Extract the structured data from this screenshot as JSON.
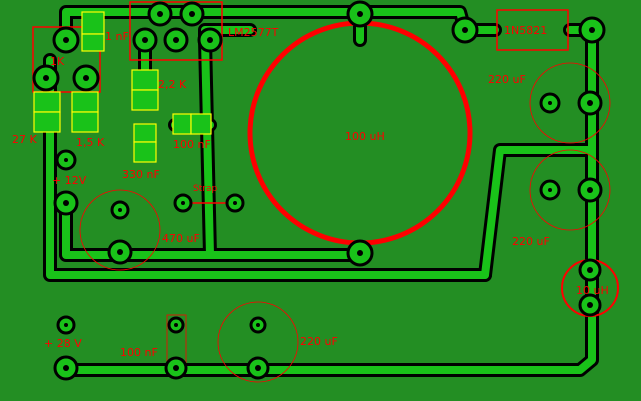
{
  "colors": {
    "board": "#238e23",
    "trace": "#19c219",
    "outline": "#000000",
    "silk": "#ff0000",
    "pad_hole": "#000000",
    "smd_pad": "#19c219",
    "smd_outline": "#ffff00",
    "label": "#ff0000"
  },
  "labels": {
    "ic": "LM2577T",
    "diode": "1N5821",
    "inductor_big": "100 uH",
    "inductor_small": "10 uH",
    "cap_1nf": "1 nF",
    "res_1k": "1K",
    "cap_2_2k": "2,2 K",
    "res_27k": "27 K",
    "res_1_5k": "1,5 K",
    "cap_100nf_top": "100 nF",
    "cap_330nf": "330 nF",
    "input_12v": "+ 12V",
    "strap": "Strap",
    "cap_470uf": "470 uF",
    "cap_220uf_top": "220 uF",
    "cap_220uf_mid": "220 uF",
    "input_28v": "+ 28 V",
    "cap_100nf_bottom": "100 nF",
    "cap_220uf_bottom": "220 uF"
  }
}
